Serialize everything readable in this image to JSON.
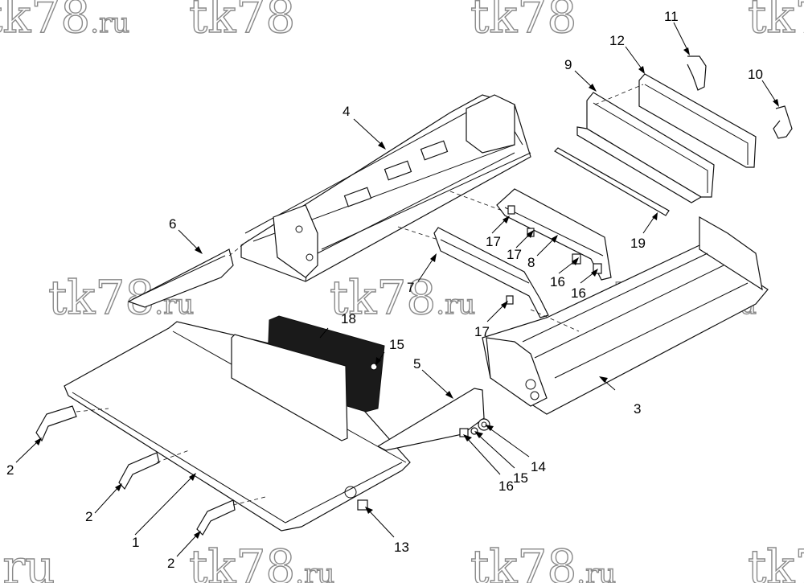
{
  "watermarks": [
    "tk78",
    ".ru"
  ],
  "callouts": [
    "1",
    "2",
    "2",
    "2",
    "3",
    "4",
    "5",
    "6",
    "7",
    "8",
    "9",
    "10",
    "11",
    "12",
    "13",
    "14",
    "15",
    "15",
    "16",
    "16",
    "16",
    "17",
    "17",
    "17",
    "18",
    "19"
  ]
}
